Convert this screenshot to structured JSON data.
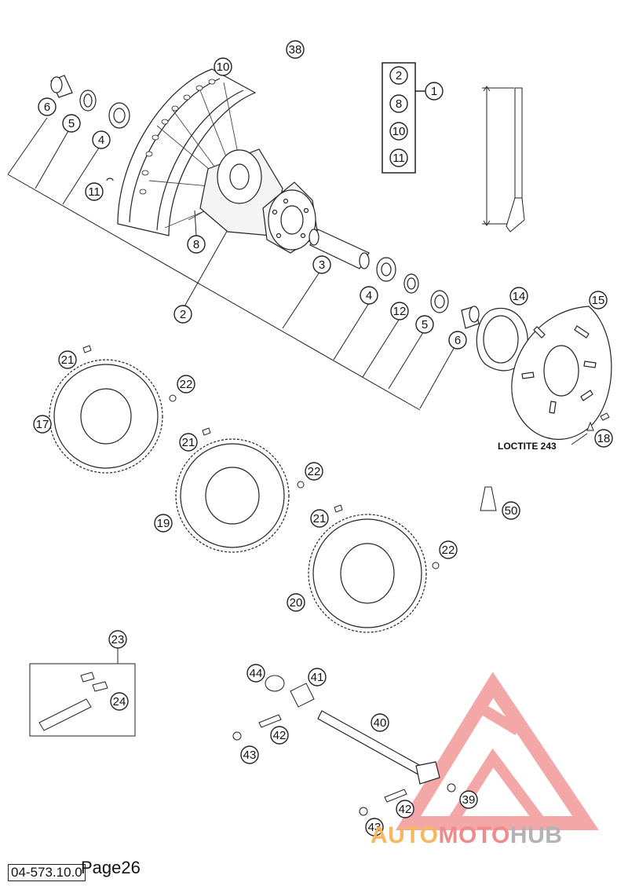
{
  "diagram": {
    "parts": [
      "1",
      "2",
      "3",
      "4",
      "5",
      "6",
      "8",
      "10",
      "11",
      "12",
      "14",
      "15",
      "17",
      "18",
      "19",
      "20",
      "21",
      "22",
      "23",
      "24",
      "38",
      "39",
      "40",
      "41",
      "42",
      "43",
      "44",
      "50"
    ],
    "group_box_items": [
      "2",
      "8",
      "10",
      "11"
    ],
    "annotation": "LOCTITE 243"
  },
  "footer": {
    "doc_code": "04-573.10.0",
    "page_label": "Page26"
  },
  "watermark": {
    "part1": "AUTO",
    "part2": "MOTO",
    "part3": "HUB",
    "colors": {
      "orange": "#f6b75e",
      "red": "#f08b8b",
      "gray": "#b3b3b3"
    }
  }
}
